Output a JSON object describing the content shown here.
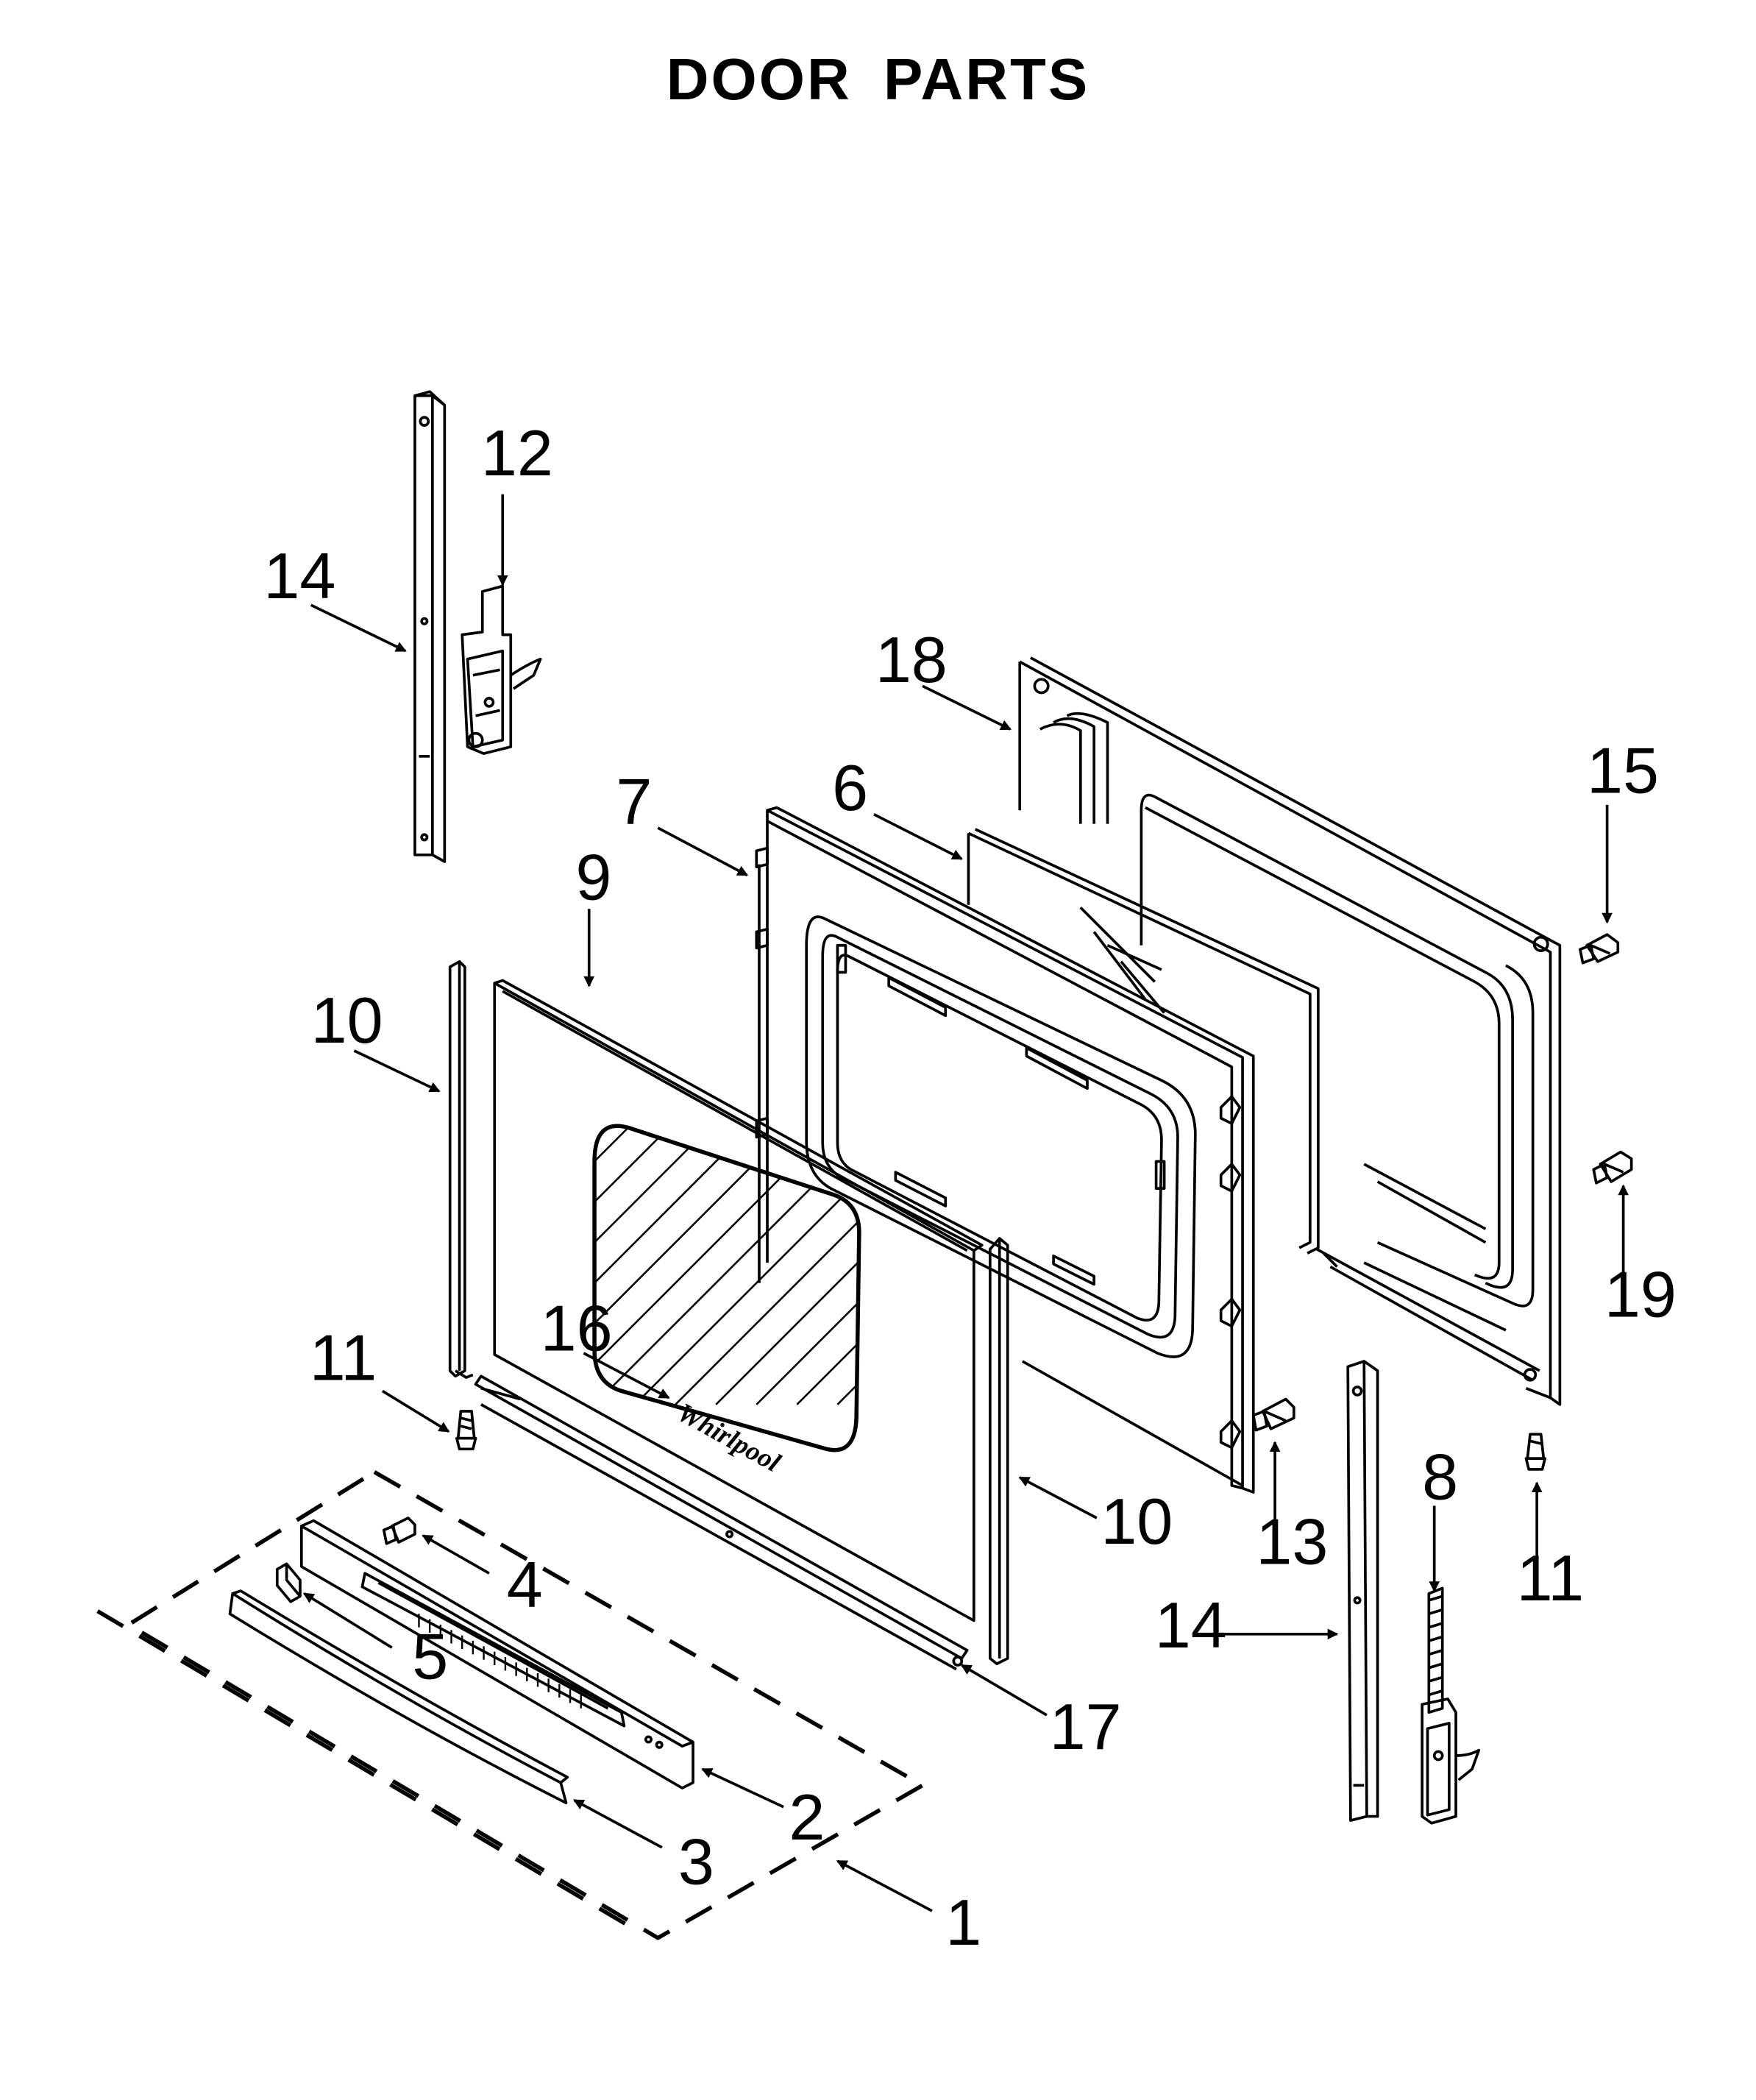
{
  "title": "DOOR PARTS",
  "brand_mark": "Whirlpool",
  "callouts": [
    "1",
    "2",
    "3",
    "4",
    "5",
    "6",
    "7",
    "8",
    "9",
    "10",
    "10",
    "11",
    "11",
    "12",
    "13",
    "14",
    "14",
    "15",
    "16",
    "17",
    "18",
    "19"
  ]
}
